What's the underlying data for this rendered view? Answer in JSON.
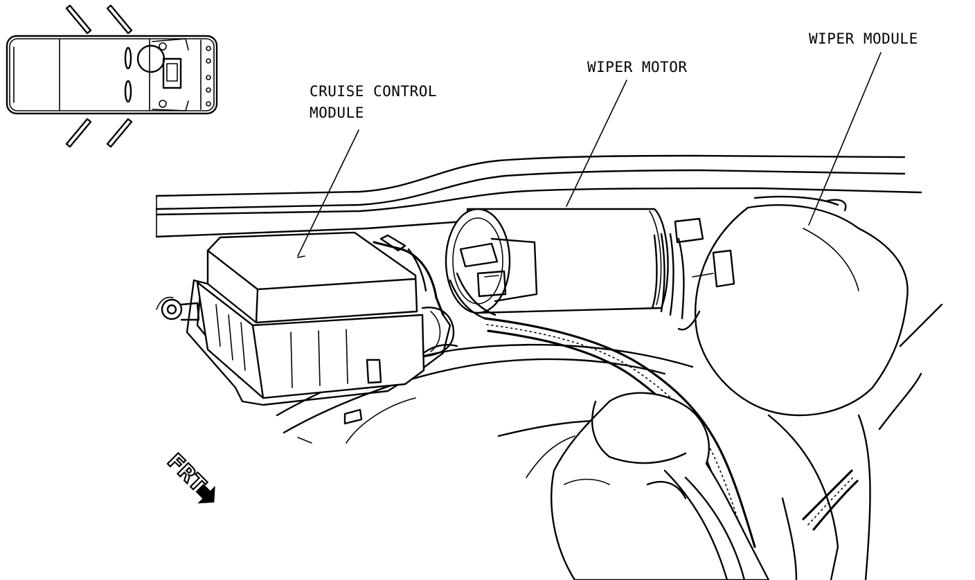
{
  "labels": {
    "cruise_control_line1": "CRUISE CONTROL",
    "cruise_control_line2": "MODULE",
    "wiper_motor": "WIPER MOTOR",
    "wiper_module": "WIPER MODULE",
    "front": "FRT"
  },
  "icons": {
    "locator": "vehicle-top-view-icon",
    "direction": "front-arrow-icon"
  },
  "colors": {
    "line": "#000000",
    "background": "#ffffff"
  }
}
